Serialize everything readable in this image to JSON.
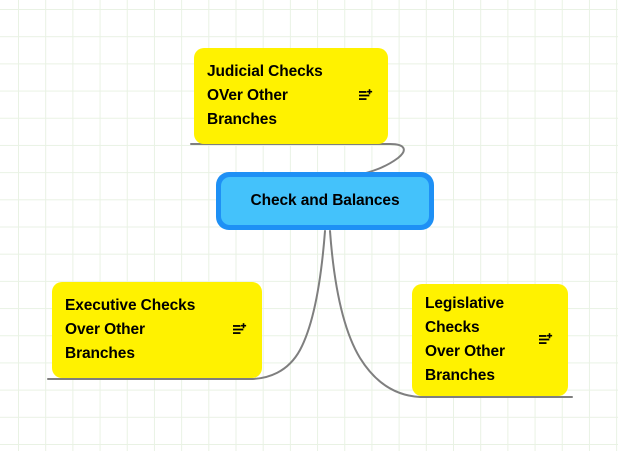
{
  "diagram": {
    "type": "mindmap",
    "background": {
      "color": "#ffffff",
      "grid_color": "#e9f2e4",
      "grid_spacing": 27
    },
    "colors": {
      "node_fill": "#fff200",
      "root_fill": "#44c2fb",
      "root_border": "#1e90f5",
      "connector": "#7f7f7f",
      "text": "#000000"
    },
    "root": {
      "id": "check-and-balances",
      "label": "Check and Balances"
    },
    "nodes": [
      {
        "id": "judicial",
        "label": "Judicial Checks\nOVer Other\nBranches",
        "icon": "note-add-icon",
        "position": "top"
      },
      {
        "id": "executive",
        "label": "Executive Checks\nOver Other\nBranches",
        "icon": "note-add-icon",
        "position": "bottom-left"
      },
      {
        "id": "legislative",
        "label": "Legislative\nChecks\nOver Other\nBranches",
        "icon": "note-add-icon",
        "position": "bottom-right"
      }
    ],
    "edges": [
      {
        "from": "judicial",
        "to": "check-and-balances"
      },
      {
        "from": "check-and-balances",
        "to": "executive"
      },
      {
        "from": "check-and-balances",
        "to": "legislative"
      }
    ]
  }
}
